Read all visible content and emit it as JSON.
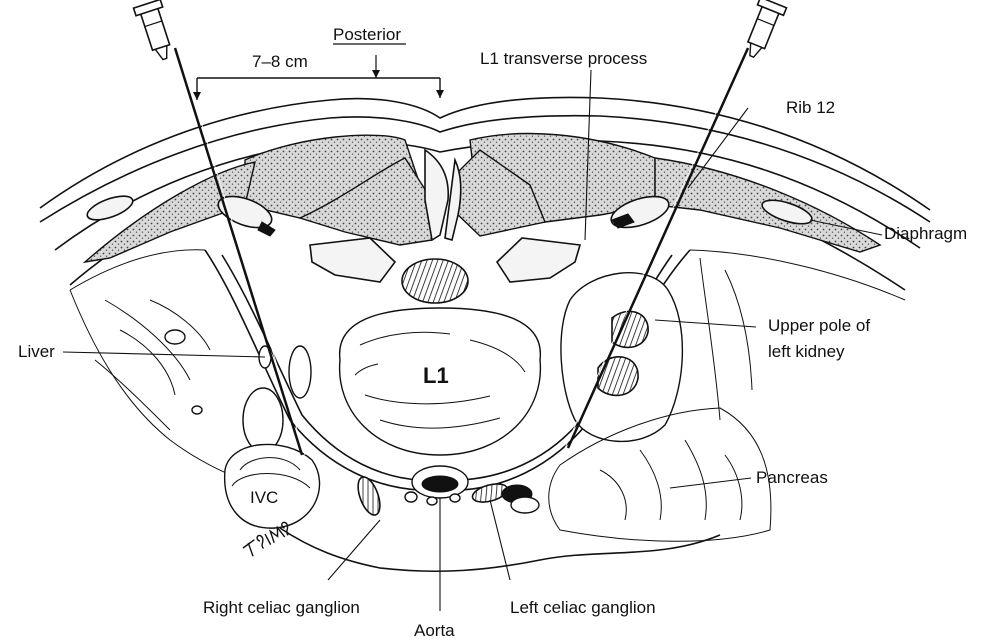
{
  "labels": {
    "posterior": "Posterior",
    "distance": "7–8 cm",
    "l1_transverse_process": "L1 transverse process",
    "rib_12": "Rib 12",
    "diaphragm": "Diaphragm",
    "upper_pole_line1": "Upper pole of",
    "upper_pole_line2": "left kidney",
    "liver": "Liver",
    "l1": "L1",
    "ivc": "IVC",
    "pancreas": "Pancreas",
    "right_celiac_ganglion": "Right celiac ganglion",
    "aorta": "Aorta",
    "left_celiac_ganglion": "Left celiac ganglion"
  },
  "signature": "T.SIMS"
}
